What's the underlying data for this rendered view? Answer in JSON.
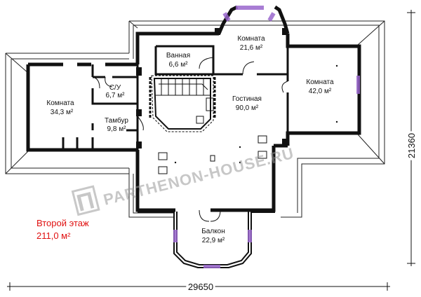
{
  "floor": {
    "title": "Второй этаж",
    "area": "211,0 м²"
  },
  "rooms": [
    {
      "name": "Комната",
      "area": "34,3 м²"
    },
    {
      "name": "С/У",
      "area": "6,7 м²"
    },
    {
      "name": "Тамбур",
      "area": "9,8 м²"
    },
    {
      "name": "Ванная",
      "area": "6,6 м²"
    },
    {
      "name": "Комната",
      "area": "21,6 м²"
    },
    {
      "name": "Гостиная",
      "area": "90,0 м²"
    },
    {
      "name": "Комната",
      "area": "42,0 м²"
    },
    {
      "name": "Балкон",
      "area": "22,9 м²"
    }
  ],
  "dimensions": {
    "width": "29650",
    "height": "21360"
  },
  "watermark": {
    "text": "PARTHENON-HOUSE.RU",
    "logo": "П"
  },
  "colors": {
    "wall": "#111111",
    "roof_line": "#222222",
    "floor_label": "#e01010",
    "window": "#9966cc",
    "watermark": "#9a9a9a"
  }
}
